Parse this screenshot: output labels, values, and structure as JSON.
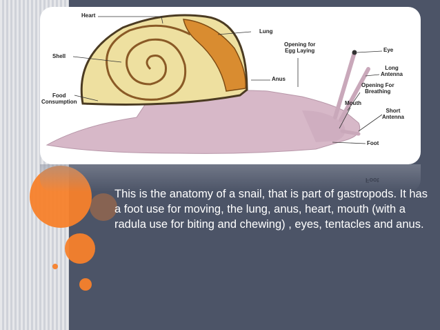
{
  "labels": {
    "heart": "Heart",
    "shell": "Shell",
    "food": "Food\nConsumption",
    "lung": "Lung",
    "egg": "Opening for\nEgg Laying",
    "anus": "Anus",
    "eye": "Eye",
    "long_antenna": "Long\nAntenna",
    "breathing": "Opening For\nBreathing",
    "mouth": "Mouth",
    "short_antenna": "Short\nAntenna",
    "foot": "Foot"
  },
  "reflection_label": "Foot",
  "caption": "This is the anatomy of a snail, that is part of gastropods. It has a foot use for moving, the lung, anus, heart, mouth (with a radula use for biting and chewing) , eyes, tentacles and anus.",
  "colors": {
    "background": "#4c5467",
    "accent_orange": "#f7812b",
    "shell": "#eee0a0",
    "lung": "#d98c30",
    "body": "#d7b8c8"
  }
}
